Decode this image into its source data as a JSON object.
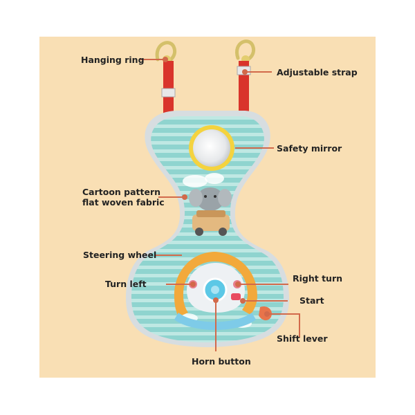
{
  "labels": {
    "hanging_ring": "Hanging ring",
    "adjustable_strap": "Adjustable strap",
    "safety_mirror": "Safety mirror",
    "fabric_line1": "Cartoon pattern",
    "fabric_line2": "flat woven fabric",
    "steering_wheel": "Steering wheel",
    "turn_left": "Turn left",
    "right_turn": "Right turn",
    "start": "Start",
    "shift_lever": "Shift lever",
    "horn_button": "Horn button"
  },
  "colors": {
    "background": "#f9dfb4",
    "fabric": "#8fd4cf",
    "fabric_stripe": "#bfe8e3",
    "strap": "#d9342b",
    "wheel_rim": "#f2a93b",
    "horn": "#5cc8e6",
    "leader": "#d2694a"
  }
}
